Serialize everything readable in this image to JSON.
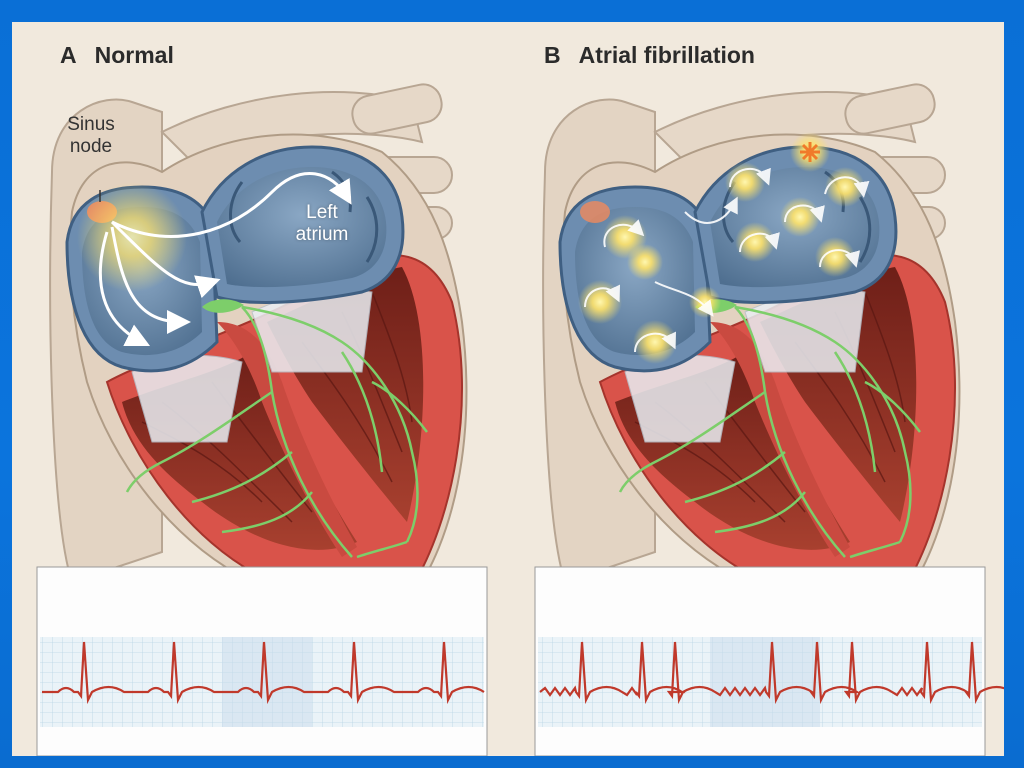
{
  "panels": [
    {
      "letter": "A",
      "title": "Normal"
    },
    {
      "letter": "B",
      "title": "Atrial fibrillation"
    }
  ],
  "labels": {
    "sinus_node": [
      "Sinus",
      "node"
    ],
    "left_atrium": [
      "Left",
      "atrium"
    ]
  },
  "colors": {
    "background": "#0b74dd",
    "panel": "#f1e9dd",
    "muscle": "#d9534a",
    "chamber_dark": "#9b3a2e",
    "atrium_blue": "#5f7f9f",
    "conduction_green": "#7dce6a",
    "ecg_trace": "#c0392b",
    "impulse_glow": "#ffe36a",
    "ectopic_focus": "#f07a2a"
  },
  "icons": {
    "sinus_node": "orange-oval",
    "ectopic_focus": "asterisk"
  }
}
